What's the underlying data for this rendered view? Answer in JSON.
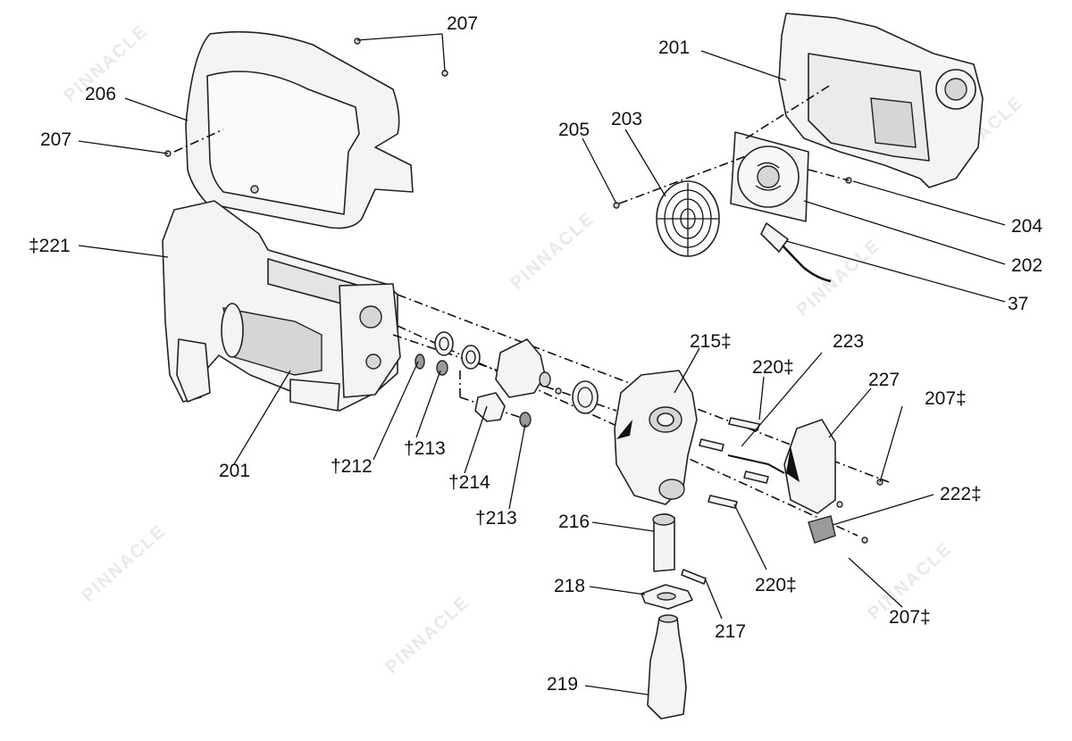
{
  "callouts": {
    "c207_top": "207",
    "c206": "206",
    "c207_left": "207",
    "c221": "‡221",
    "c201_right": "201",
    "c205": "205",
    "c203": "203",
    "c204": "204",
    "c202": "202",
    "c37": "37",
    "c201_left": "201",
    "c212": "†212",
    "c213_a": "†213",
    "c214": "†214",
    "c213_b": "†213",
    "c215": "215‡",
    "c223": "223",
    "c220_top": "220‡",
    "c227": "227",
    "c207_dagger_top": "207‡",
    "c222": "222‡",
    "c216": "216",
    "c220_bottom": "220‡",
    "c218": "218",
    "c217": "217",
    "c207_dagger_bottom": "207‡",
    "c219": "219"
  },
  "watermark": "PINNACLE"
}
